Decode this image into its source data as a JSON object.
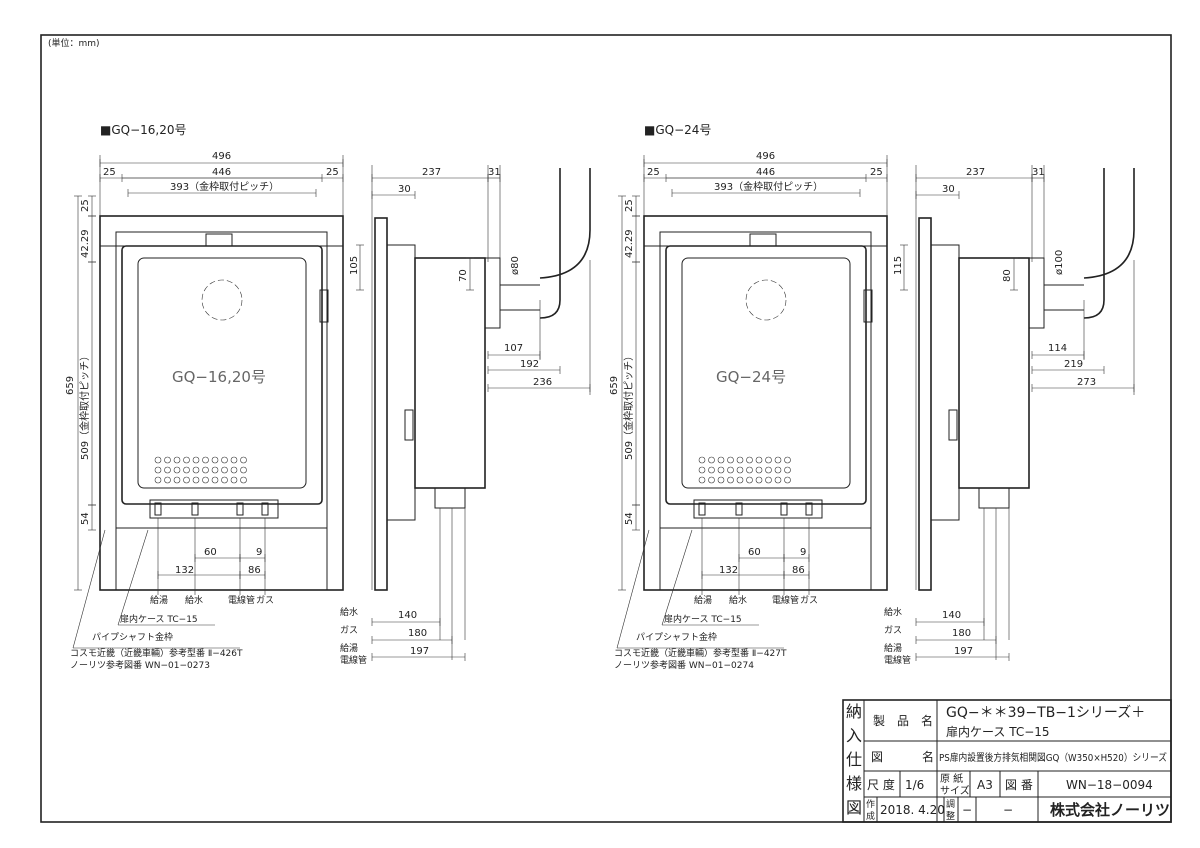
{
  "unit_note": "(単位：mm)",
  "panels": [
    {
      "title": "■GQ−16,20号",
      "unit_label": "GQ−16,20号",
      "width_total": "496",
      "width_inner": "446",
      "side_margin_left": "25",
      "side_margin_right": "25",
      "pitch": "393（金枠取付ピッチ）",
      "top_margin": "25",
      "top_offset": "42.29",
      "height_total": "659",
      "height_pitch": "509（金枠取付ピッチ）",
      "bottom_offset": "54",
      "pipe_spacing_a": "60",
      "pipe_spacing_b": "9",
      "pipe_spacing_c": "132",
      "pipe_spacing_d": "86",
      "pipe_labels": [
        "給湯",
        "給水",
        "電線管",
        "ガス"
      ],
      "side_depth": "237",
      "side_front": "31",
      "side_case": "30",
      "flue_height": "105",
      "flue_offset": "70",
      "flue_diameter": "ø80",
      "flue_d1": "107",
      "flue_d2": "192",
      "flue_d3": "236",
      "bottom_labels": [
        "給水",
        "ガス",
        "給湯",
        "電線管"
      ],
      "bottom_dims": [
        "140",
        "180",
        "197"
      ],
      "case_label": "扉内ケース TC−15",
      "shaft_label": "パイプシャフト金枠",
      "ref_cosmo": "コスモ近畿（近畿車輛）参考型番 Ⅱ−426T",
      "ref_noritz": "ノーリツ参考図番 WN−01−0273"
    },
    {
      "title": "■GQ−24号",
      "unit_label": "GQ−24号",
      "width_total": "496",
      "width_inner": "446",
      "side_margin_left": "25",
      "side_margin_right": "25",
      "pitch": "393（金枠取付ピッチ）",
      "top_margin": "25",
      "top_offset": "42.29",
      "height_total": "659",
      "height_pitch": "509（金枠取付ピッチ）",
      "bottom_offset": "54",
      "pipe_spacing_a": "60",
      "pipe_spacing_b": "9",
      "pipe_spacing_c": "132",
      "pipe_spacing_d": "86",
      "pipe_labels": [
        "給湯",
        "給水",
        "電線管",
        "ガス"
      ],
      "side_depth": "237",
      "side_front": "31",
      "side_case": "30",
      "flue_height": "115",
      "flue_offset": "80",
      "flue_diameter": "ø100",
      "flue_d1": "114",
      "flue_d2": "219",
      "flue_d3": "273",
      "bottom_labels": [
        "給水",
        "ガス",
        "給湯",
        "電線管"
      ],
      "bottom_dims": [
        "140",
        "180",
        "197"
      ],
      "case_label": "扉内ケース TC−15",
      "shaft_label": "パイプシャフト金枠",
      "ref_cosmo": "コスモ近畿（近畿車輛）参考型番 Ⅱ−427T",
      "ref_noritz": "ノーリツ参考図番 WN−01−0274"
    }
  ],
  "title_block": {
    "side_heading": [
      "納",
      "入",
      "仕",
      "様",
      "図"
    ],
    "product_label": "製　品　名",
    "product_line1": "GQ−＊＊39−TB−1シリーズ＋",
    "product_line2": "扉内ケース TC−15",
    "drawing_label_1": "図",
    "drawing_label_2": "名",
    "drawing_name": "PS扉内設置後方排気相関図GQ（W350×H520）シリーズ",
    "scale_label": "尺 度",
    "scale": "1/6",
    "paper_label_1": "原 紙",
    "paper_label_2": "サイズ",
    "paper": "A3",
    "drawing_no_label": "図 番",
    "drawing_no": "WN−18−0094",
    "created_label_1": "作",
    "created_label_2": "成",
    "created": "2018. 4.20",
    "adjust_label_1": "調",
    "adjust_label_2": "整",
    "adjust": "−",
    "blank": "−",
    "company": "株式会社ノーリツ"
  }
}
